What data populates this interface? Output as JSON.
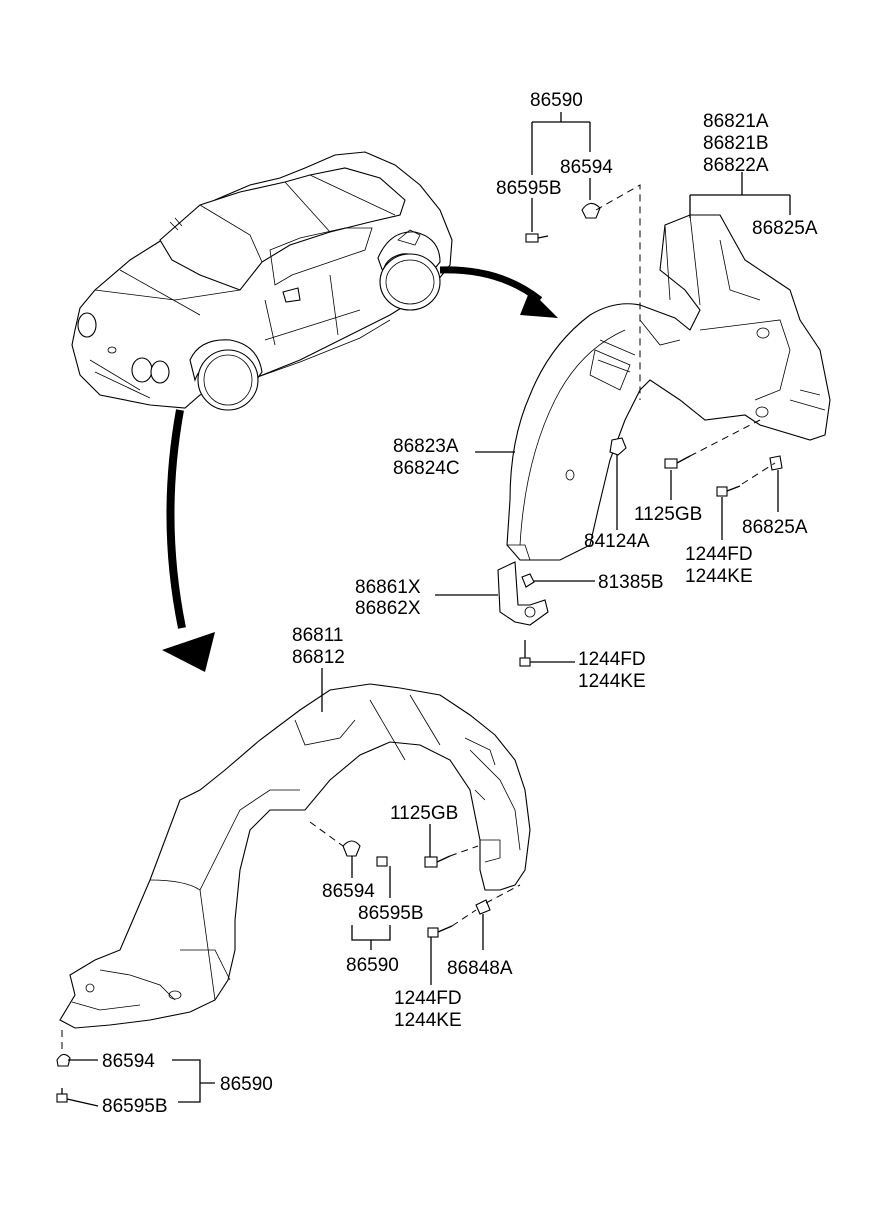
{
  "labels": {
    "rear_set_86590": "86590",
    "rear_86594": "86594",
    "rear_86595B": "86595B",
    "rear_liner_86821A": "86821A",
    "rear_liner_86821B": "86821B",
    "rear_liner_86822A": "86822A",
    "rear_86825A_top": "86825A",
    "rear_86823A": "86823A",
    "rear_86824C": "86824C",
    "rear_84124A": "84124A",
    "rear_1125GB": "1125GB",
    "rear_86825A_bottom": "86825A",
    "rear_1244FD": "1244FD",
    "rear_1244KE": "1244KE",
    "bracket_86861X": "86861X",
    "bracket_86862X": "86862X",
    "bracket_81385B": "81385B",
    "bracket_1244FD": "1244FD",
    "bracket_1244KE": "1244KE",
    "front_86811": "86811",
    "front_86812": "86812",
    "front_1125GB": "1125GB",
    "front_86594": "86594",
    "front_86595B": "86595B",
    "front_86590": "86590",
    "front_86848A": "86848A",
    "front_1244FD": "1244FD",
    "front_1244KE": "1244KE",
    "bottom_86594": "86594",
    "bottom_86595B": "86595B",
    "bottom_86590": "86590"
  },
  "icons": [
    "car-illustration",
    "curved-arrow",
    "clip-icon",
    "screw-icon",
    "nut-icon",
    "bracket-icon"
  ]
}
